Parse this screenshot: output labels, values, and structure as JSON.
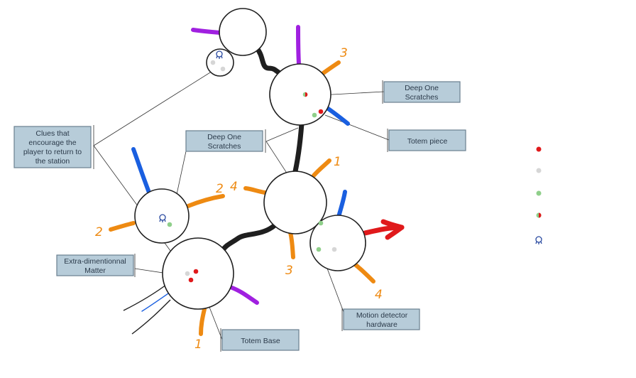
{
  "labels": {
    "clues": [
      "Clues that",
      "encourage the",
      "player to return to",
      "the station"
    ],
    "deep_one_top": [
      "Deep One",
      "Scratches"
    ],
    "deep_one_mid": [
      "Deep One",
      "Scratches"
    ],
    "totem_piece": [
      "Totem piece"
    ],
    "extra_dim": [
      "Extra-dimentionnal",
      "Matter"
    ],
    "totem_base": [
      "Totem Base"
    ],
    "motion": [
      "Motion detector",
      "hardware"
    ]
  },
  "numbers": {
    "top_right": "3",
    "mid_1": "1",
    "mid_4": "4",
    "mid_3": "3",
    "right_4": "4",
    "left_2a": "2",
    "left_2b": "2",
    "bottom_1": "1"
  },
  "legend": [
    {
      "icon": "red-dot-icon",
      "color": "#e0191b"
    },
    {
      "icon": "gray-dot-icon",
      "color": "#d6d6d6"
    },
    {
      "icon": "green-dot-icon",
      "color": "#8fcf8a"
    },
    {
      "icon": "red-green-dot-icon",
      "color": "#e0191b"
    },
    {
      "icon": "tentacle-icon",
      "color": "#2a4aa0"
    }
  ],
  "colors": {
    "orange": "#ee8a12",
    "purple": "#a020e0",
    "blue": "#1a5fe0",
    "red": "#e0191b",
    "black": "#1f1f1f",
    "box": "#b7ccd9"
  }
}
